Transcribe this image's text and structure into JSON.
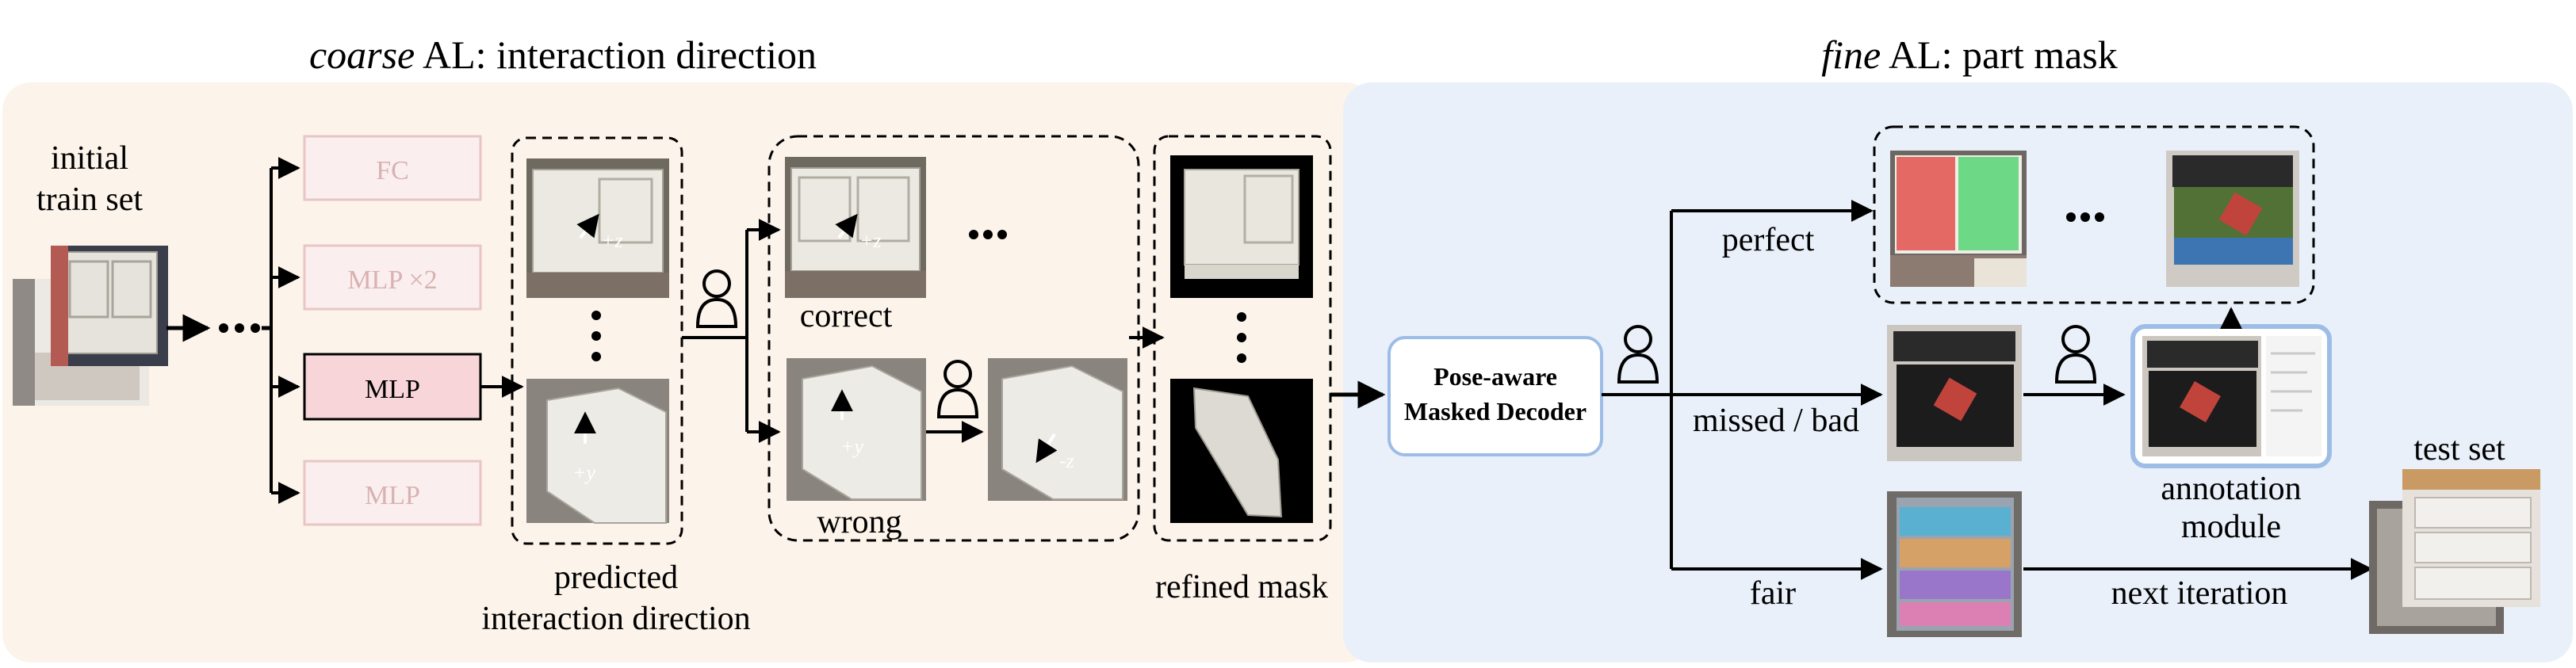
{
  "coarse": {
    "title_italic": "coarse",
    "title_rest": " AL: interaction direction",
    "initial_line1": "initial",
    "initial_line2": "train set",
    "heads": {
      "fc": "FC",
      "mlp2": "MLP ×2",
      "mlp_selected": "MLP",
      "mlp_faded": "MLP"
    },
    "predicted_line1": "predicted",
    "predicted_line2": "interaction direction",
    "correct_label": "correct",
    "wrong_label": "wrong",
    "refined_label": "refined mask",
    "ellipsis": "•••",
    "vdots": "•",
    "axis_labels": {
      "pz": "+z",
      "py": "+y",
      "py2": "+y",
      "mz": "-z"
    }
  },
  "fine": {
    "title_italic": "fine",
    "title_rest": " AL: part mask",
    "decoder_line1": "Pose-aware",
    "decoder_line2": "Masked Decoder",
    "perfect": "perfect",
    "missed": "missed / bad",
    "fair": "fair",
    "annotation_line1": "annotation",
    "annotation_line2": "module",
    "next_iteration": "next iteration",
    "test_set": "test set",
    "ellipsis": "•••"
  },
  "colors": {
    "coarse_bg": "#fcf3ea",
    "fine_bg": "#e9f0fa",
    "selected_mlp_fill": "#f7d5d8",
    "faded_box_fill": "#fbeeee",
    "faded_box_stroke": "#e9c6c6",
    "decoder_stroke": "#9dbde6",
    "ink": "#000000"
  }
}
